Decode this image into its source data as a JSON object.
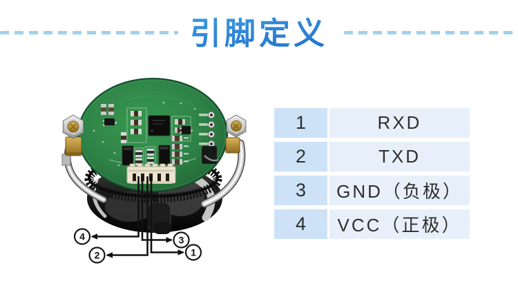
{
  "header": {
    "title": "引脚定义"
  },
  "device": {
    "pin_markers": [
      {
        "label": "4"
      },
      {
        "label": "3"
      },
      {
        "label": "2"
      },
      {
        "label": "1"
      }
    ]
  },
  "pin_table": {
    "rows": [
      {
        "pin": "1",
        "signal": "RXD"
      },
      {
        "pin": "2",
        "signal": "TXD"
      },
      {
        "pin": "3",
        "signal": "GND（负极）"
      },
      {
        "pin": "4",
        "signal": "VCC（正极）"
      }
    ]
  },
  "colors": {
    "title_gradient_top": "#4fadec",
    "title_gradient_bottom": "#1263c4",
    "dash_blue": "#9fd0ec",
    "table_pin_bg": "#cde2f6",
    "table_signal_bg": "#e7f0fa",
    "table_text": "#2e2e2e",
    "pcb_green": "#2f8b4d",
    "wire_black": "#111111"
  }
}
